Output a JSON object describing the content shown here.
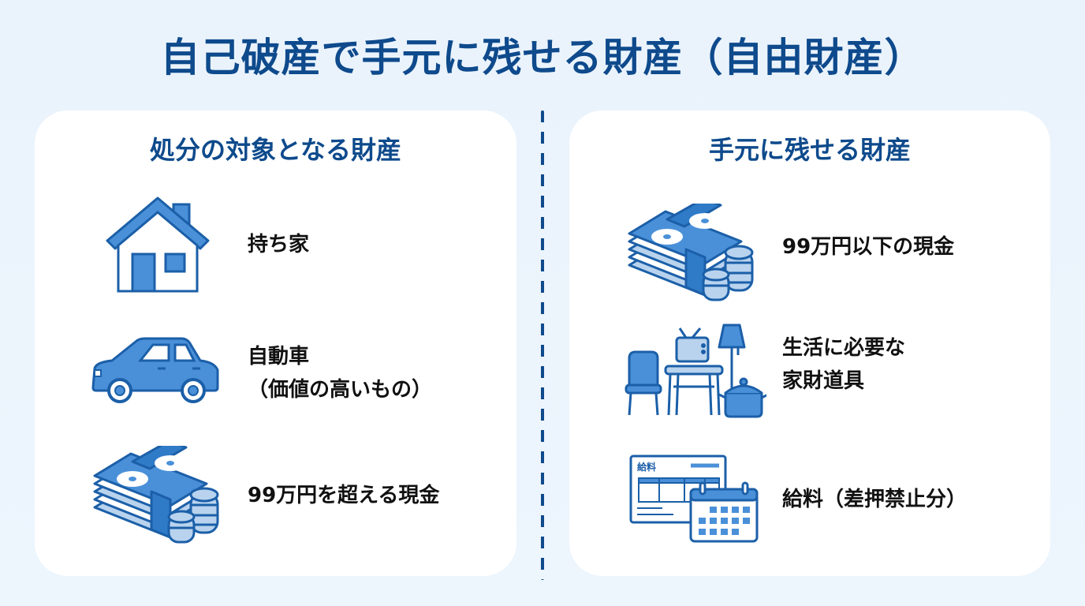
{
  "title": "自己破産で手元に残せる財産（自由財産）",
  "colors": {
    "background": "#EAF3FC",
    "title": "#0E4A8C",
    "icon_fill": "#4A90D9",
    "icon_stroke": "#1B5FA8",
    "icon_light": "#B9D3EE",
    "label": "#111111"
  },
  "left_panel": {
    "heading": "処分の対象となる財産",
    "items": [
      {
        "icon": "house-icon",
        "label_line1": "持ち家",
        "label_line2": ""
      },
      {
        "icon": "car-icon",
        "label_line1": "自動車",
        "label_line2": "（価値の高いもの）"
      },
      {
        "icon": "cash-stack-icon",
        "label_line1": "99万円を超える現金",
        "label_line2": ""
      }
    ]
  },
  "right_panel": {
    "heading": "手元に残せる財産",
    "items": [
      {
        "icon": "cash-stack-icon",
        "label_line1": "99万円以下の現金",
        "label_line2": ""
      },
      {
        "icon": "household-goods-icon",
        "label_line1": "生活に必要な",
        "label_line2": "家財道具"
      },
      {
        "icon": "payslip-calendar-icon",
        "label_line1": "給料（差押禁止分）",
        "label_line2": "",
        "icon_text": "給料"
      }
    ]
  }
}
